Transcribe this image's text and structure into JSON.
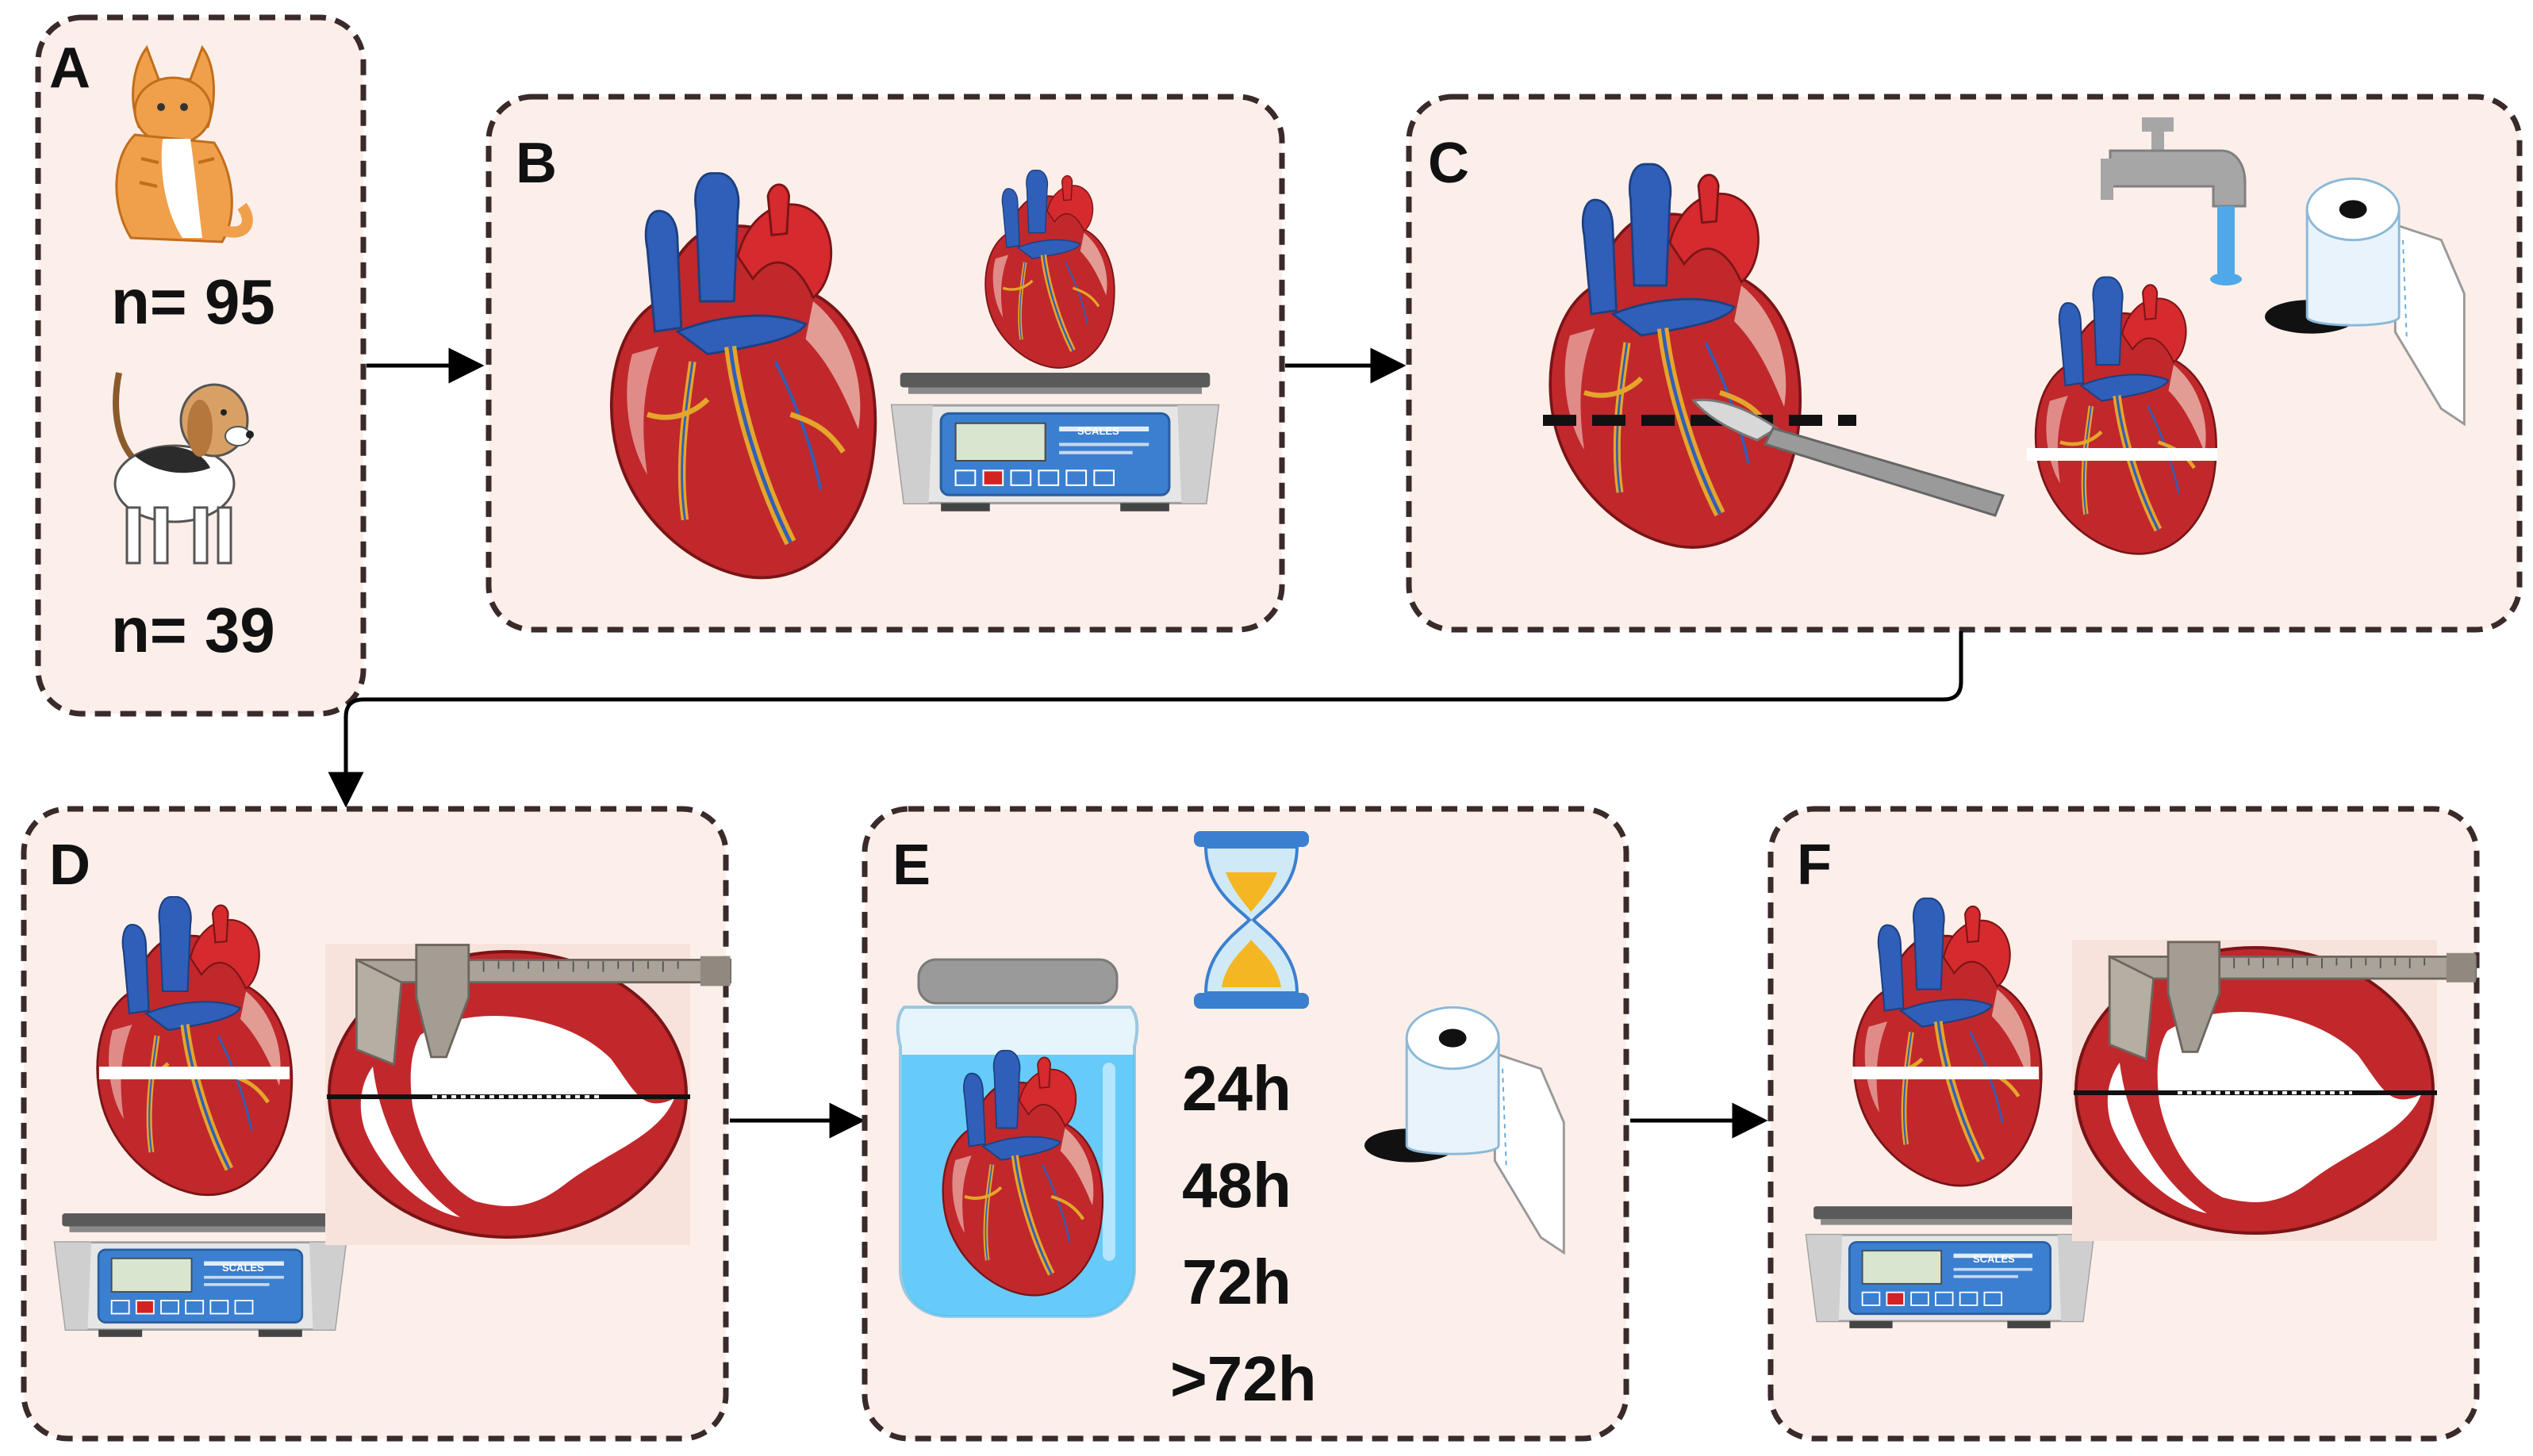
{
  "panels": {
    "a": {
      "label": "A",
      "cat_count": "n= 95",
      "dog_count": "n= 39"
    },
    "b": {
      "label": "B",
      "scale_text": "SCALES"
    },
    "c": {
      "label": "C"
    },
    "d": {
      "label": "D",
      "scale_text": "SCALES"
    },
    "e": {
      "label": "E",
      "times": [
        "24h",
        "48h",
        "72h",
        ">72h"
      ]
    },
    "f": {
      "label": "F",
      "scale_text": "SCALES"
    }
  },
  "colors": {
    "panel_fill": "#fcefea",
    "panel_border": "#3a2a2a",
    "heart_red": "#c8262a",
    "vessel_blue": "#2f5fb8",
    "myocardium": "#c0282c",
    "water": "#4fc3f7"
  },
  "icons": [
    "cat-icon",
    "dog-icon",
    "heart-icon",
    "scale-icon",
    "scalpel-icon",
    "faucet-icon",
    "paper-towel-icon",
    "caliper-icon",
    "jar-icon",
    "hourglass-icon"
  ]
}
